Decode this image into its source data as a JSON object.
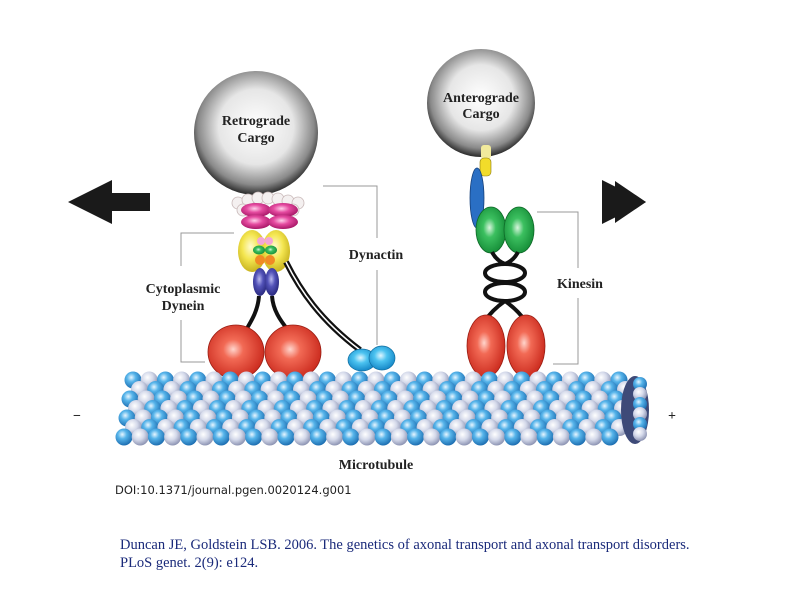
{
  "labels": {
    "retrograde_cargo": [
      "Retrograde",
      "Cargo"
    ],
    "anterograde_cargo": [
      "Anterograde",
      "Cargo"
    ],
    "cytoplasmic_dynein": [
      "Cytoplasmic",
      "Dynein"
    ],
    "dynactin": "Dynactin",
    "kinesin": "Kinesin",
    "microtubule": "Microtubule",
    "minus_end": "−",
    "plus_end": "+"
  },
  "arrows": {
    "left": "retrograde-direction",
    "right": "anterograde-direction"
  },
  "colors": {
    "dynein_heads": "#e8392b",
    "kinesin_heads": "#e8392b",
    "kinesin_neck": "#22a94a",
    "dynactin_foot": "#3bb6e8",
    "dynein_stalk": "#4a4aa8",
    "light_chain_yellow": "#f2e34a",
    "dynactin_pink": "#e0439a",
    "kinesin_light_chain": "#2a6fc4",
    "microtubule_blue": "#3d9fe0",
    "microtubule_light": "#d8dcea",
    "citation_color": "#1a2a7a"
  },
  "doi": "DOI:10.1371/journal.pgen.0020124.g001",
  "citation": {
    "line1": "Duncan JE, Goldstein LSB. 2006. The genetics of axonal transport and axonal transport disorders.",
    "line2": "PLoS genet. 2(9):  e124."
  }
}
